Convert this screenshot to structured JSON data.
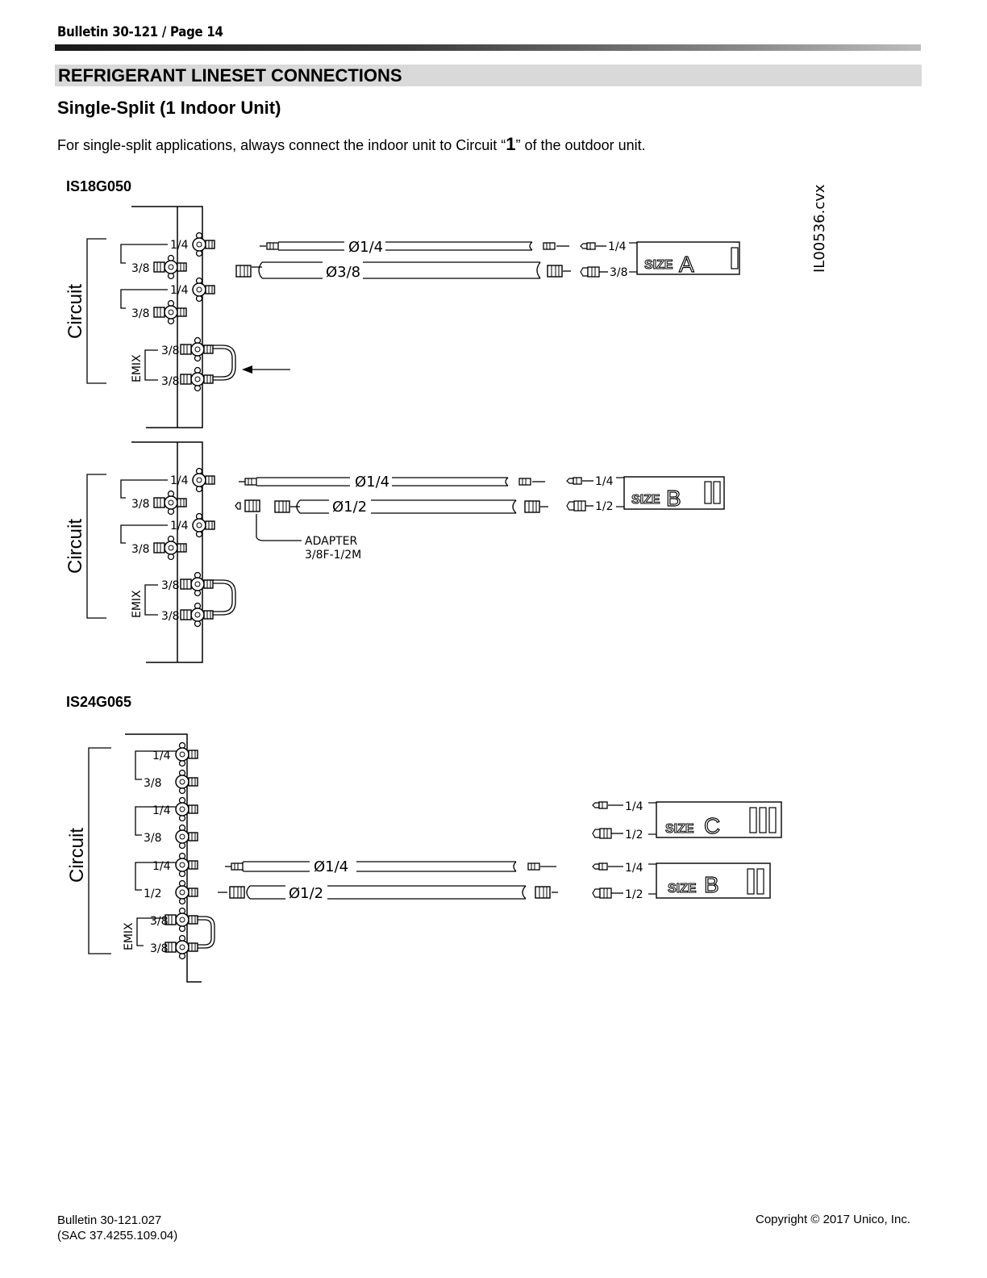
{
  "header": {
    "running_title": "Bulletin 30-121 / Page 14",
    "section_title": "REFRIGERANT LINESET CONNECTIONS",
    "subsection_title": "Single-Split (1 Indoor Unit)"
  },
  "intro": {
    "before": "For single-split applications, always connect the indoor unit to Circuit “",
    "circuit_number": "1",
    "after": "” of the outdoor unit."
  },
  "drawing_id": "IL00536.cvx",
  "models": [
    {
      "name": "IS18G050"
    },
    {
      "name": "IS24G065"
    }
  ],
  "labels": {
    "circuit": "Circuit",
    "emix": "EMIX",
    "size_word": "SIZE",
    "adapter_line1": "ADAPTER",
    "adapter_line2": "3/8F-1/2M",
    "quarter": "1/4",
    "three_eighths": "3/8",
    "half": "1/2",
    "dia_quarter": "Ø1/4",
    "dia_three_eighths": "Ø3/8",
    "dia_half": "Ø1/2"
  },
  "size_tags": [
    {
      "letter": "A",
      "roman": "I"
    },
    {
      "letter": "B",
      "roman": "II"
    },
    {
      "letter": "C",
      "roman": "III"
    },
    {
      "letter": "B",
      "roman": "II"
    }
  ],
  "footer": {
    "bulletin": "Bulletin 30-121.027",
    "sac": "(SAC 37.4255.109.04)",
    "copyright": "Copyright © 2017 Unico, Inc."
  }
}
